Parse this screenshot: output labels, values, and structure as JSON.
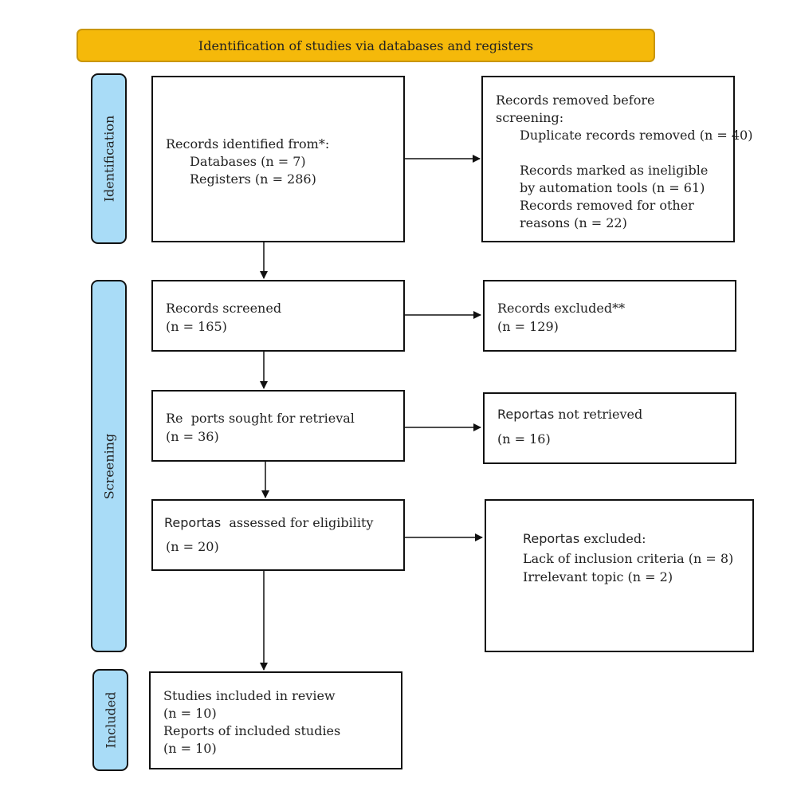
{
  "header": "Identification of studies via databases and registers",
  "phases": {
    "identification": "Identification",
    "screening": "Screening",
    "included": "Included"
  },
  "boxes": {
    "records_identified": {
      "title": "Records identified from*:",
      "databases": "Databases (n = 7)",
      "registers": "Registers (n = 286)"
    },
    "records_removed": {
      "title_line1": "Records removed before",
      "title_line2": "screening:",
      "duplicates": "Duplicate records removed (n = 40)",
      "ineligible_line1": "Records marked as ineligible",
      "ineligible_line2": "by automation tools (n = 61)",
      "other_line1": "Records removed for other",
      "other_line2": "reasons (n = 22)"
    },
    "records_screened": {
      "title": "Records screened",
      "count": "(n = 165)"
    },
    "records_excluded": {
      "title": "Records excluded**",
      "count": "(n = 129)"
    },
    "reports_sought": {
      "title": "Re  ports sought for retrieval",
      "count": "(n = 36)"
    },
    "reports_not_retrieved": {
      "bold": "Reportas",
      "title": " not retrieved",
      "count": "(n = 16)"
    },
    "reports_assessed": {
      "bold": "Reportas",
      "title": "  assessed for eligibility",
      "count": "(n = 20)"
    },
    "reports_excluded": {
      "bold": "Reportas",
      "title": " excluded:",
      "reason1": "Lack of inclusion criteria (n = 8)",
      "reason2": "Irrelevant topic (n = 2)"
    },
    "studies_included": {
      "title": "Studies included in review",
      "count": "(n = 10)",
      "reports_title": "Reports of included studies",
      "reports_count": "(n = 10)"
    }
  }
}
